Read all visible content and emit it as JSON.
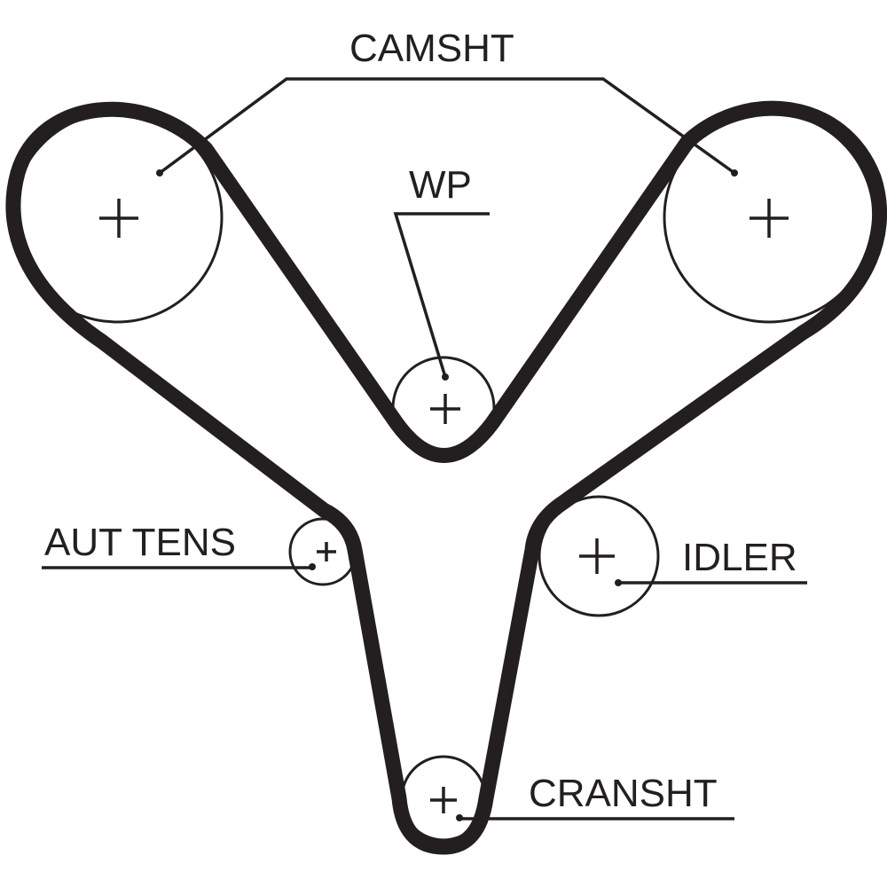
{
  "diagram": {
    "title": "Timing belt routing diagram",
    "colors": {
      "ink": "#231f20",
      "background": "#ffffff"
    },
    "components": [
      {
        "id": "camshaft-left",
        "label": "CAMSHT"
      },
      {
        "id": "camshaft-right",
        "label": "CAMSHT"
      },
      {
        "id": "water-pump",
        "label": "WP"
      },
      {
        "id": "auto-tensioner",
        "label": "AUT TENS"
      },
      {
        "id": "idler",
        "label": "IDLER"
      },
      {
        "id": "crankshaft",
        "label": "CRANSHT"
      }
    ],
    "labels": {
      "camshaft": "CAMSHT",
      "water_pump": "WP",
      "auto_tensioner": "AUT TENS",
      "idler": "IDLER",
      "crankshaft": "CRANSHT"
    },
    "center_mark": "+"
  }
}
